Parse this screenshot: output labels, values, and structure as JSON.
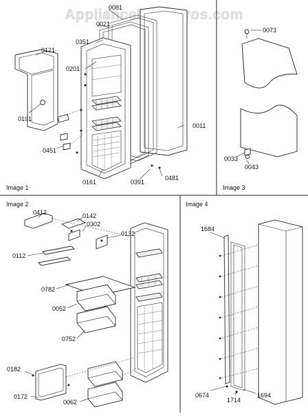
{
  "watermark": "AppliancePartsPros.com",
  "panels": {
    "image1": {
      "title": "Image 1"
    },
    "image2": {
      "title": "Image 2"
    },
    "image3": {
      "title": "Image 3"
    },
    "image4": {
      "title": "Image 4"
    }
  },
  "parts": {
    "p0081": "0081",
    "p0021": "0021",
    "p0351": "0351",
    "p0121": "0121",
    "p0201": "0201",
    "p0191": "0191",
    "p0011": "0011",
    "p0451": "0451",
    "p0161": "0161",
    "p0391": "0391",
    "p0481": "0481",
    "p0073": "0073",
    "p0033": "0033",
    "p0043": "0043",
    "p0412": "0412",
    "p0142": "0142",
    "p0302": "0302",
    "p0132": "0132",
    "p0112": "0112",
    "p0782": "0782",
    "p0052": "0052",
    "p0752": "0752",
    "p0182": "0182",
    "p0172": "0172",
    "p0062": "0062",
    "p1684": "1684",
    "p0674": "0674",
    "p1714": "1714",
    "p1694": "1694"
  }
}
